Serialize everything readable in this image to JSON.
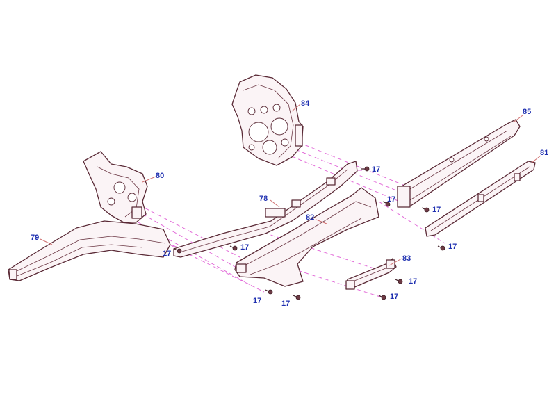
{
  "labels": {
    "p78": "78",
    "p79": "79",
    "p80": "80",
    "p81": "81",
    "p82": "82",
    "p83": "83",
    "p84": "84",
    "p85": "85",
    "bolt": "17"
  },
  "colors": {
    "label": "#1e2fb0",
    "outline": "#5a2a36",
    "dash": "#e26ad8",
    "leader": "#d07070"
  }
}
